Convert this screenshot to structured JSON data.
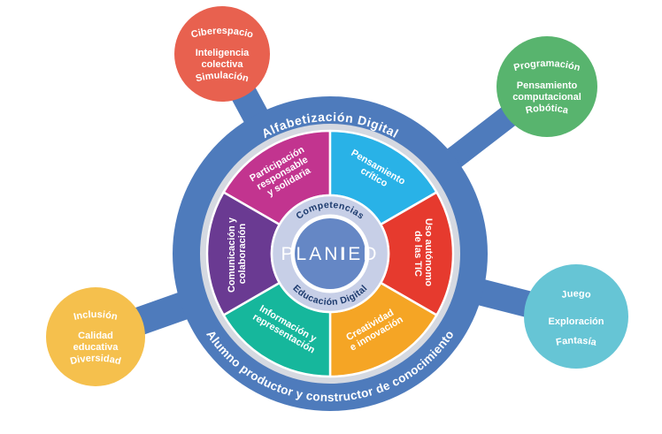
{
  "colors": {
    "background": "#ffffff",
    "ring_blue": "#4e7bbc",
    "gray_ring": "#d5d9e1",
    "center_blue": "#6587c5",
    "inner_ring": "#c7cfe7",
    "inner_ring_text": "#1d3b6e"
  },
  "ring": {
    "top_label": "Alfabetización Digital",
    "bottom_label": "Alumno productor y constructor de conocimiento"
  },
  "inner_ring": {
    "top_label": "Competencias",
    "bottom_label": "Educación Digital"
  },
  "center": {
    "brand_pre": "PLAN",
    "brand_i": "I",
    "brand_post": "ED"
  },
  "segments": [
    {
      "id": "participacion",
      "color": "#c2348f",
      "lines": [
        "Participación",
        "responsable",
        "y solidaria"
      ]
    },
    {
      "id": "pensamiento-critico",
      "color": "#29b2e7",
      "lines": [
        "Pensamiento",
        "crítico"
      ]
    },
    {
      "id": "uso-autonomo",
      "color": "#e63a2e",
      "lines": [
        "Uso autónomo",
        "de las TIC"
      ]
    },
    {
      "id": "creatividad",
      "color": "#f5a525",
      "lines": [
        "Creatividad",
        "e innovación"
      ]
    },
    {
      "id": "informacion",
      "color": "#16b79c",
      "lines": [
        "Información y",
        "representación"
      ]
    },
    {
      "id": "comunicacion",
      "color": "#6a3a92",
      "lines": [
        "Comunicación y",
        "colaboración"
      ]
    }
  ],
  "satellites": [
    {
      "id": "ciberespacio",
      "color": "#e8614f",
      "lines": [
        "Ciberespacio",
        "Inteligencia",
        "colectiva",
        "Simulación"
      ]
    },
    {
      "id": "programacion",
      "color": "#58b46e",
      "lines": [
        "Programación",
        "Pensamiento",
        "computacional",
        "Robótica"
      ]
    },
    {
      "id": "inclusion",
      "color": "#f5c04d",
      "lines": [
        "Inclusión",
        "Calidad",
        "educativa",
        "Diversidad"
      ]
    },
    {
      "id": "juego",
      "color": "#66c5d5",
      "lines": [
        "Juego",
        "Exploración",
        "Fantasía"
      ]
    }
  ]
}
